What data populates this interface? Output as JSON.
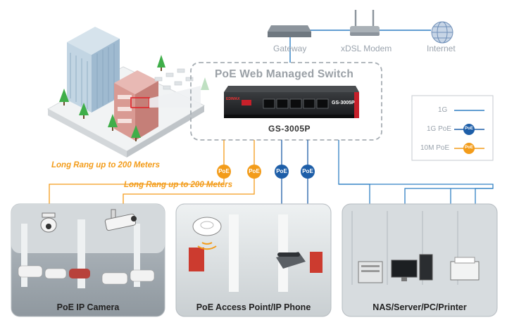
{
  "switch": {
    "title": "PoE Web Managed Switch",
    "model": "GS-3005P",
    "brand": "EDIMAX",
    "face_label": "GS-3005P"
  },
  "network": {
    "gateway": "Gateway",
    "modem": "xDSL Modem",
    "internet": "Internet"
  },
  "legend": [
    {
      "label": "1G",
      "badge": ""
    },
    {
      "label": "1G PoE",
      "badge": "PoE"
    },
    {
      "label": "10M PoE",
      "badge": "PoE"
    }
  ],
  "range_labels": [
    "Long Rang up to 200 Meters",
    "Long Rang up to 200 Meters"
  ],
  "poe_badge": "PoE",
  "panels": [
    {
      "caption": "PoE IP Camera"
    },
    {
      "caption": "PoE Access Point/IP Phone"
    },
    {
      "caption": "NAS/Server/PC/Printer"
    }
  ],
  "colors": {
    "orange_poe": "#f39c1a",
    "blue_poe": "#1d5ea8",
    "line_1g": "#2f7fc4",
    "gray": "#9aa3ad"
  }
}
